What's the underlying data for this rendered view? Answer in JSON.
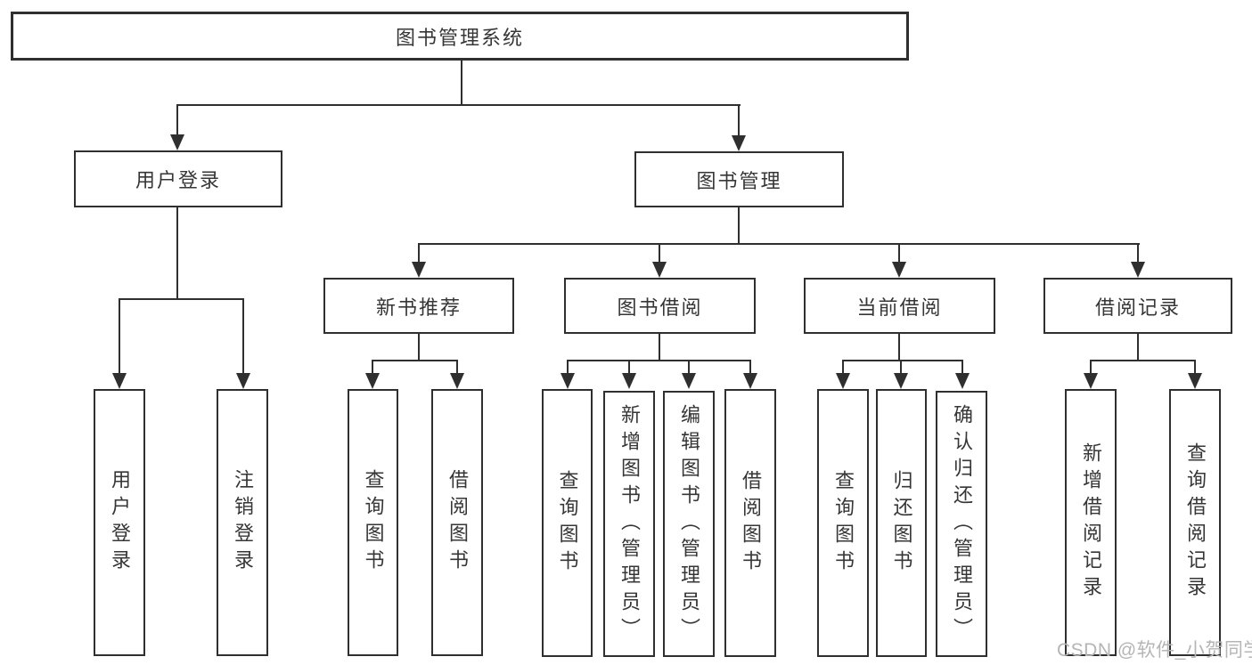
{
  "diagram": {
    "title": "图书管理系统",
    "nodes": {
      "root": "图书管理系统",
      "user_login": "用户登录",
      "book_mgmt": "图书管理",
      "new_book_rec": "新书推荐",
      "book_borrow": "图书借阅",
      "current_borrow": "当前借阅",
      "borrow_records": "借阅记录"
    },
    "leaves": {
      "user_login": [
        "用户登录",
        "注销登录"
      ],
      "new_book_rec": [
        "查询图书",
        "借阅图书"
      ],
      "book_borrow": [
        "查询图书",
        "新增图书（管理员）",
        "编辑图书（管理员）",
        "借阅图书"
      ],
      "current_borrow": [
        "查询图书",
        "归还图书",
        "确认归还（管理员）"
      ],
      "borrow_records": [
        "新增借阅记录",
        "查询借阅记录"
      ]
    },
    "watermark": "CSDN @软件_小贺同学",
    "colors": {
      "line": "#2f2f2f",
      "text": "#363636",
      "box_fill": "#ffffff",
      "watermark": "#b5b5b5",
      "background": "#ffffff"
    }
  }
}
